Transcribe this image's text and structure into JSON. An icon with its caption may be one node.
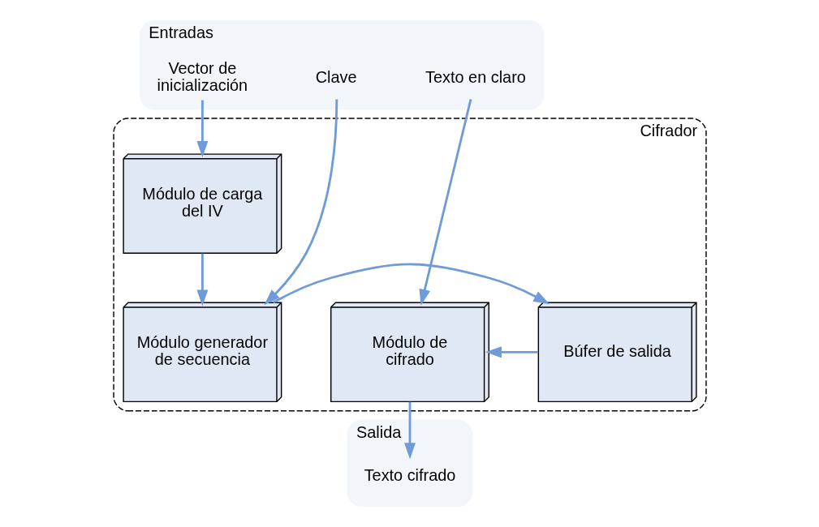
{
  "diagram": {
    "nodes": [
      {
        "text": [
          "Entradas"
        ]
      },
      {
        "text": [
          "Vector de inicialización"
        ],
        "in": 0
      },
      {
        "text": [
          "Texto en claro"
        ],
        "in": 0
      },
      {
        "text": [
          "Clave"
        ],
        "in": 0
      },
      {
        "text": [
          "Cifrador"
        ]
      },
      {
        "text": [
          "Módulo de carga del IV"
        ],
        "in": 4
      },
      {
        "text": [
          "Módulo generador de secuencia"
        ],
        "in": 4
      },
      {
        "text": [
          "Búfer de salida"
        ],
        "in": 4
      },
      {
        "text": [
          "Módulo de cifrado"
        ],
        "in": 4
      },
      {
        "text": [
          "Salida"
        ]
      },
      {
        "text": [
          "Texto cifrado"
        ],
        "in": 9
      }
    ],
    "edges": [
      {
        "from": 1,
        "to": 5,
        "arrow": "to"
      },
      {
        "from": 5,
        "to": 6,
        "arrow": "to"
      },
      {
        "from": 3,
        "to": 6,
        "arrow": "to"
      },
      {
        "from": 6,
        "to": 7,
        "arrow": "to"
      },
      {
        "from": 7,
        "to": 8,
        "arrow": "to"
      },
      {
        "from": 2,
        "to": 8,
        "arrow": "to"
      },
      {
        "from": 8,
        "to": 10,
        "arrow": "to"
      }
    ]
  }
}
